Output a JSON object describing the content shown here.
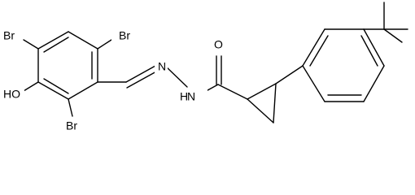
{
  "molecule": {
    "atoms": {
      "br_top_left": "Br",
      "br_top_right": "Br",
      "br_bottom": "Br",
      "ho": "HO",
      "nitrogen_1": "N",
      "nitrogen_2": "N",
      "nh": "H",
      "oxygen": "O"
    },
    "colors": {
      "bond": "#000000",
      "text": "#000000",
      "background": "#ffffff"
    }
  }
}
